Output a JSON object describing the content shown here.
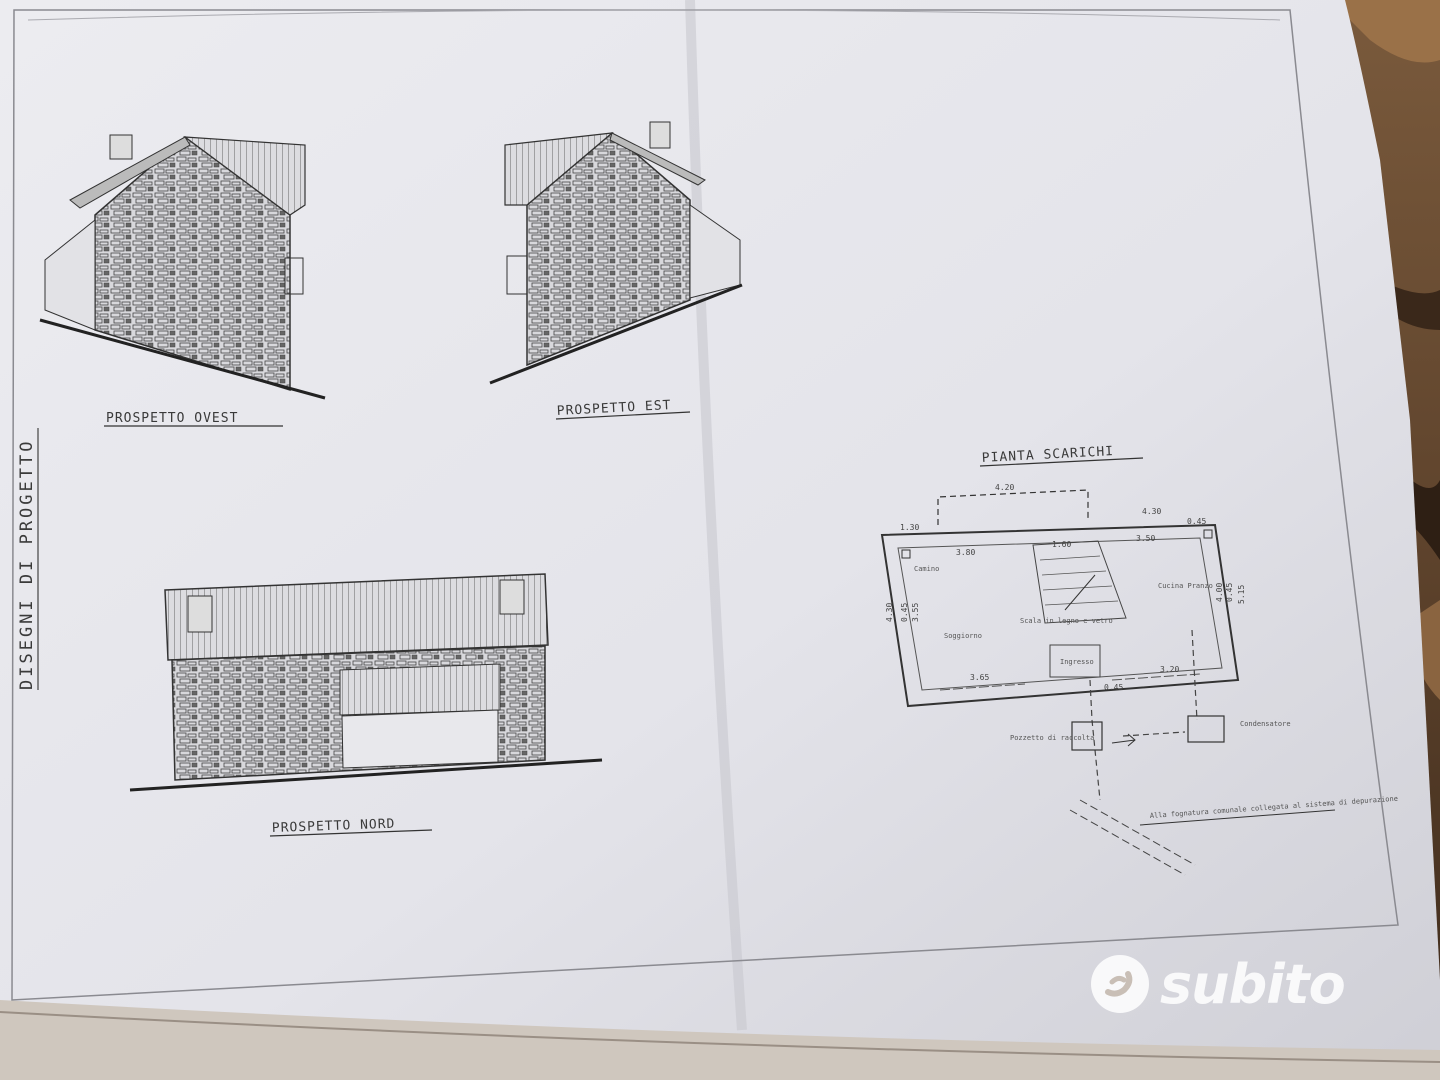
{
  "sheet": {
    "side_title": "DISEGNI DI PROGETTO"
  },
  "elevations": {
    "west": {
      "label": "PROSPETTO OVEST"
    },
    "east": {
      "label": "PROSPETTO EST"
    },
    "north": {
      "label": "PROSPETTO NORD"
    }
  },
  "plan": {
    "title": "PIANTA SCARICHI",
    "dims": {
      "top": "4.20",
      "left_top": "1.30",
      "right_top": "4.30",
      "right_corner": "0.45",
      "room_left": "3.80",
      "stair": "1.60",
      "room_right": "3.50",
      "bottom_left": "3.65",
      "bottom_mid": "0.45",
      "bottom_right": "3.20",
      "left_side": "4.30",
      "left_inner_a": "0.45",
      "left_inner_b": "3.55",
      "right_side_a": "4.00",
      "right_side_b": "0.45",
      "right_side_c": "5.15"
    },
    "rooms": {
      "camino": "Camino",
      "cucina": "Cucina Pranzo",
      "soggiorno": "Soggiorno",
      "scala": "Scala in legno e vetro",
      "ingresso": "Ingresso"
    },
    "notes": {
      "pozzetto": "Pozzetto di raccolta",
      "condensatore": "Condensatore",
      "fogna": "Alla fognatura comunale collegata al sistema di depurazione"
    }
  },
  "watermark": {
    "text": "subito"
  }
}
